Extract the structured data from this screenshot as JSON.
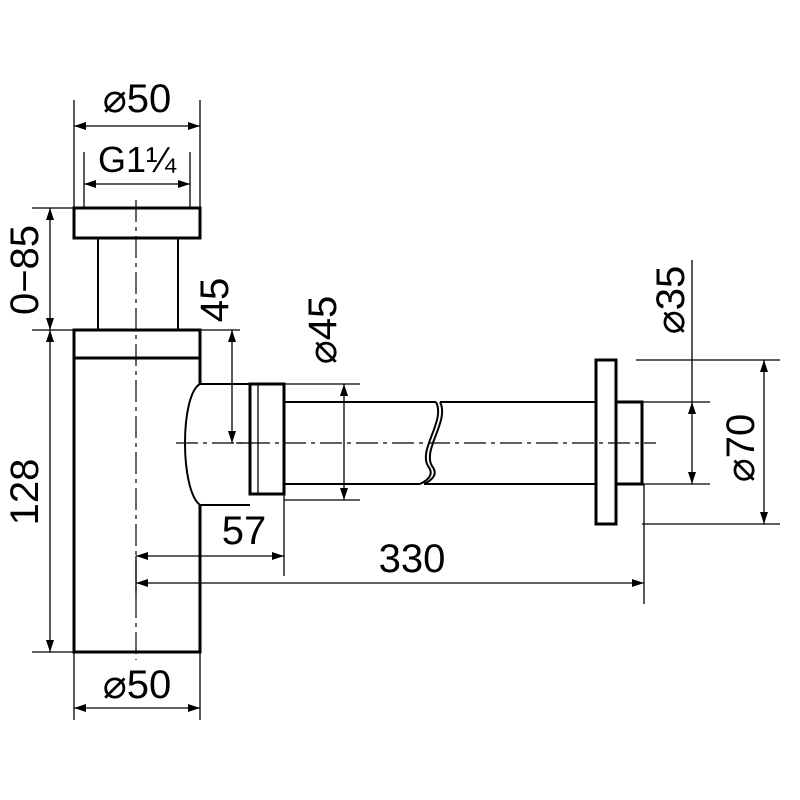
{
  "dimensions": {
    "top_diameter": "⌀50",
    "thread": "G1¼",
    "height_adjust": "0−85",
    "height_total": "128",
    "offset_vertical": "45",
    "pipe_diameter": "⌀45",
    "outlet_diameter": "⌀35",
    "flange_diameter": "⌀70",
    "offset_horizontal": "57",
    "length": "330",
    "bottom_diameter": "⌀50"
  },
  "colors": {
    "stroke": "#000000",
    "background": "#ffffff"
  }
}
